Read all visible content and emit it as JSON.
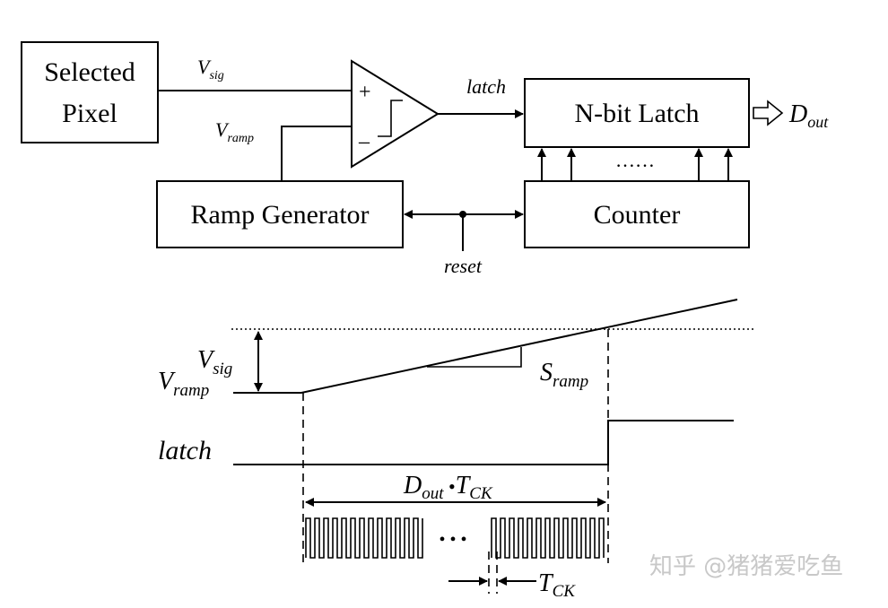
{
  "blocks": {
    "selected_pixel": [
      "Selected",
      "Pixel"
    ],
    "ramp_generator": "Ramp Generator",
    "n_bit_latch": "N-bit Latch",
    "counter": "Counter"
  },
  "comparator": {
    "plus": "+",
    "minus": "–"
  },
  "signals": {
    "v_sig": {
      "main": "V",
      "sub": "sig"
    },
    "v_ramp": {
      "main": "V",
      "sub": "ramp"
    },
    "latch": "latch",
    "reset": "reset",
    "d_out": {
      "main": "D",
      "sub": "out"
    },
    "latch_bus_dots": "……"
  },
  "timing": {
    "v_sig": {
      "main": "V",
      "sub": "sig"
    },
    "v_ramp": {
      "main": "V",
      "sub": "ramp"
    },
    "s_ramp": {
      "main": "S",
      "sub": "ramp"
    },
    "latch": "latch",
    "dout_tck": {
      "d": "D",
      "d_sub": "out",
      "dot": " •",
      "t": "T",
      "t_sub": "CK"
    },
    "clock_dots": "• • •",
    "t_ck": {
      "main": "T",
      "sub": "CK"
    }
  },
  "watermark": "知乎 @猪猪爱吃鱼"
}
